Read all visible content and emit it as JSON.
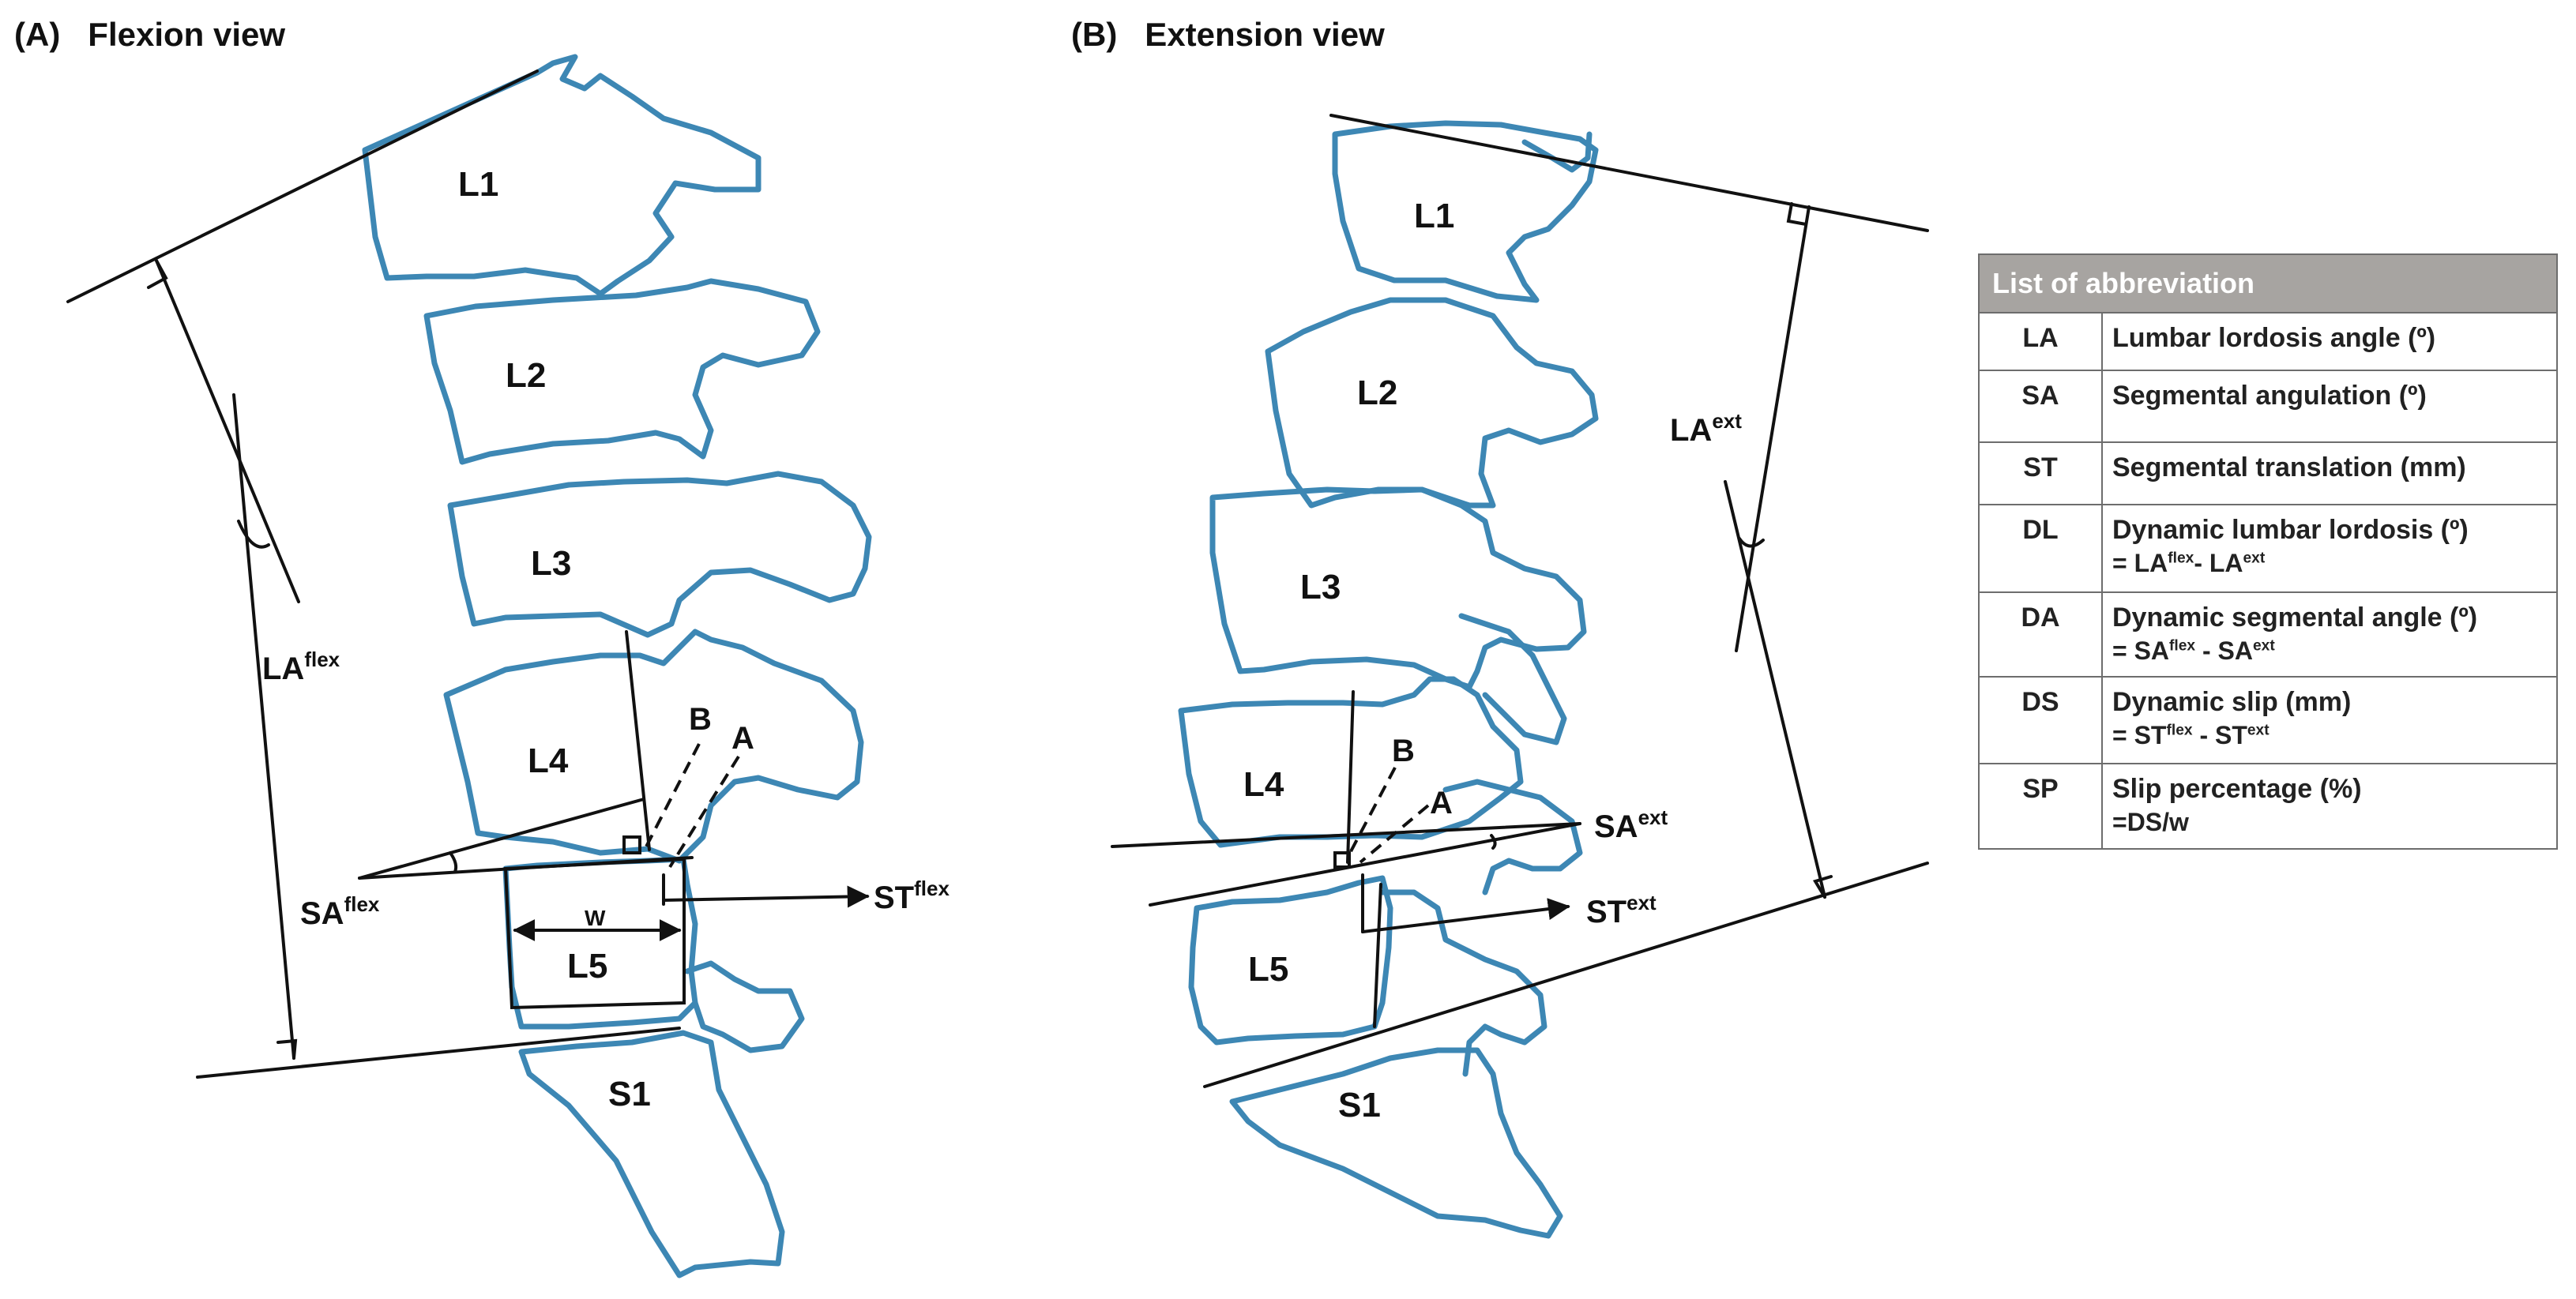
{
  "panels": {
    "a": {
      "title": "(A)   Flexion view"
    },
    "b": {
      "title": "(B)   Extension view"
    }
  },
  "vertebrae": [
    "L1",
    "L2",
    "L3",
    "L4",
    "L5",
    "S1"
  ],
  "annotations": {
    "a": {
      "la": "LA",
      "la_sup": "flex",
      "sa": "SA",
      "sa_sup": "flex",
      "st": "ST",
      "st_sup": "flex",
      "w": "W",
      "point_a": "A",
      "point_b": "B"
    },
    "b": {
      "la": "LA",
      "la_sup": "ext",
      "sa": "SA",
      "sa_sup": "ext",
      "st": "ST",
      "st_sup": "ext",
      "point_a": "A",
      "point_b": "B"
    }
  },
  "legend": {
    "title": "List of abbreviation",
    "rows": [
      {
        "abbr": "LA",
        "desc": "Lumbar lordosis angle (º)",
        "formula": ""
      },
      {
        "abbr": "SA",
        "desc": "Segmental angulation (º)",
        "formula": ""
      },
      {
        "abbr": "ST",
        "desc": "Segmental translation (mm)",
        "formula": ""
      },
      {
        "abbr": "DL",
        "desc": "Dynamic lumbar lordosis (º)",
        "formula": "= LAflex- LAext"
      },
      {
        "abbr": "DA",
        "desc": "Dynamic segmental angle (º)",
        "formula": "= SAflex - SAext"
      },
      {
        "abbr": "DS",
        "desc": "Dynamic slip (mm)",
        "formula": "= STflex - SText"
      },
      {
        "abbr": "SP",
        "desc": "Slip percentage (%)",
        "formula": "=DS/w"
      }
    ]
  },
  "colors": {
    "vertebra_outline": "#3d87b4",
    "lines": "#111111",
    "legend_header": "#a7a4a1"
  }
}
